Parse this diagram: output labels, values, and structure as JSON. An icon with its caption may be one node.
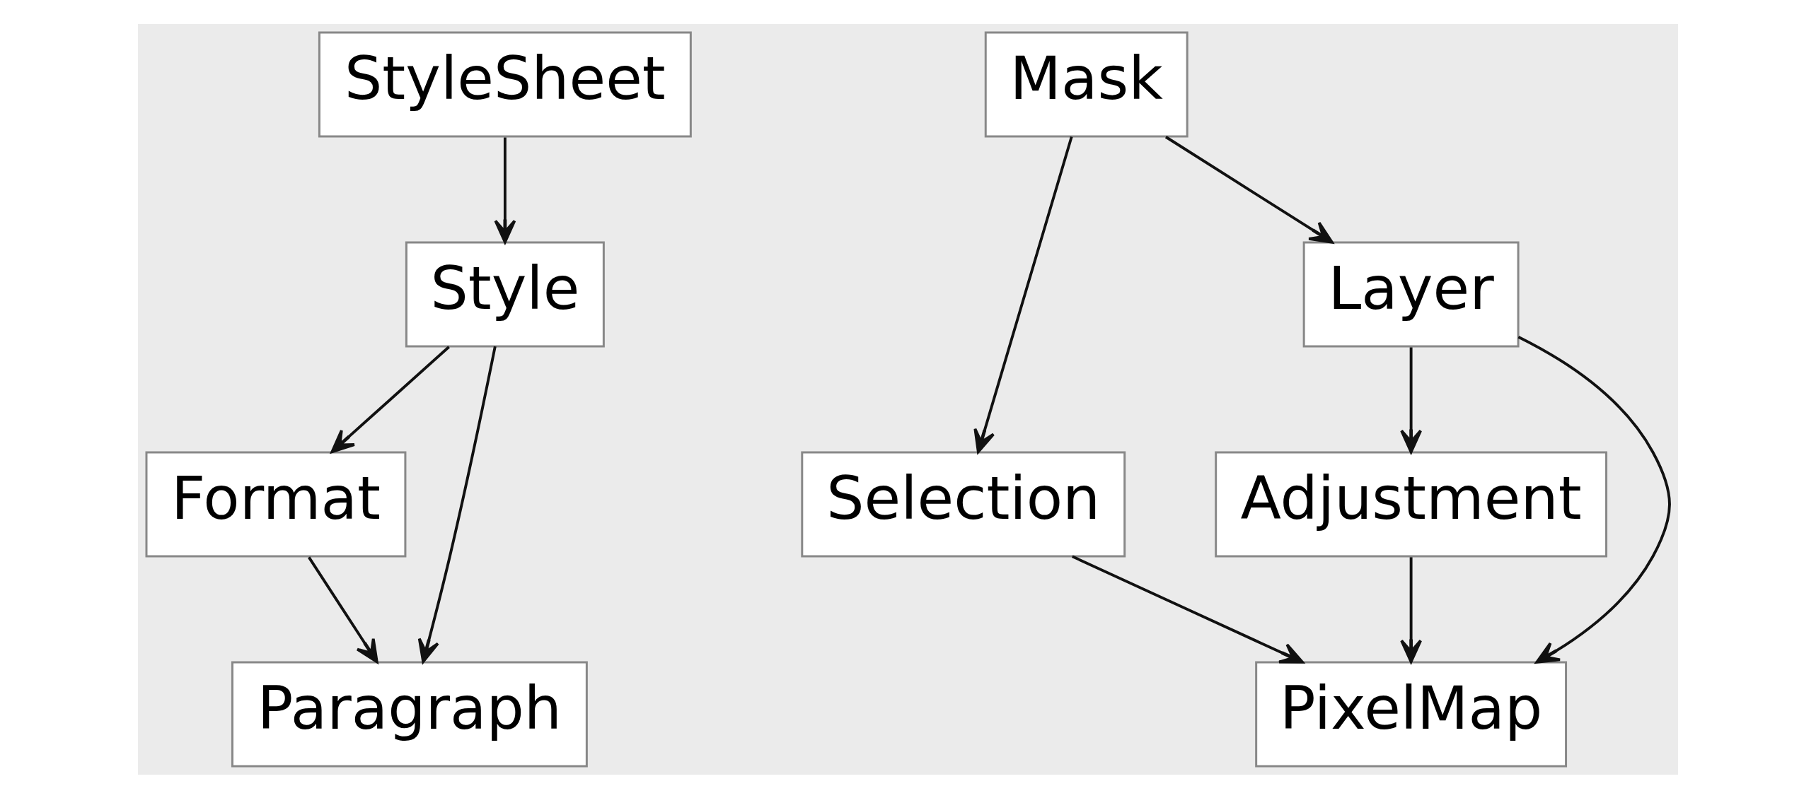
{
  "diagram": {
    "nodes": [
      {
        "text": [
          "StyleSheet"
        ]
      },
      {
        "text": [
          "Style"
        ]
      },
      {
        "text": [
          "Format"
        ]
      },
      {
        "text": [
          "Paragraph"
        ]
      },
      {
        "text": [
          "Mask"
        ]
      },
      {
        "text": [
          "Selection"
        ]
      },
      {
        "text": [
          "Layer"
        ]
      },
      {
        "text": [
          "Adjustment"
        ]
      },
      {
        "text": [
          "PixelMap"
        ]
      }
    ],
    "edges": [
      {
        "from": 0,
        "to": 1,
        "arrow": "to"
      },
      {
        "from": 1,
        "to": 2,
        "arrow": "to"
      },
      {
        "from": 1,
        "to": 3,
        "arrow": "to"
      },
      {
        "from": 2,
        "to": 3,
        "arrow": "to"
      },
      {
        "from": 4,
        "to": 5,
        "arrow": "to"
      },
      {
        "from": 4,
        "to": 6,
        "arrow": "to"
      },
      {
        "from": 6,
        "to": 7,
        "arrow": "to"
      },
      {
        "from": 5,
        "to": 8,
        "arrow": "to"
      },
      {
        "from": 6,
        "to": 8,
        "arrow": "to"
      },
      {
        "from": 7,
        "to": 8,
        "arrow": "to"
      }
    ]
  }
}
